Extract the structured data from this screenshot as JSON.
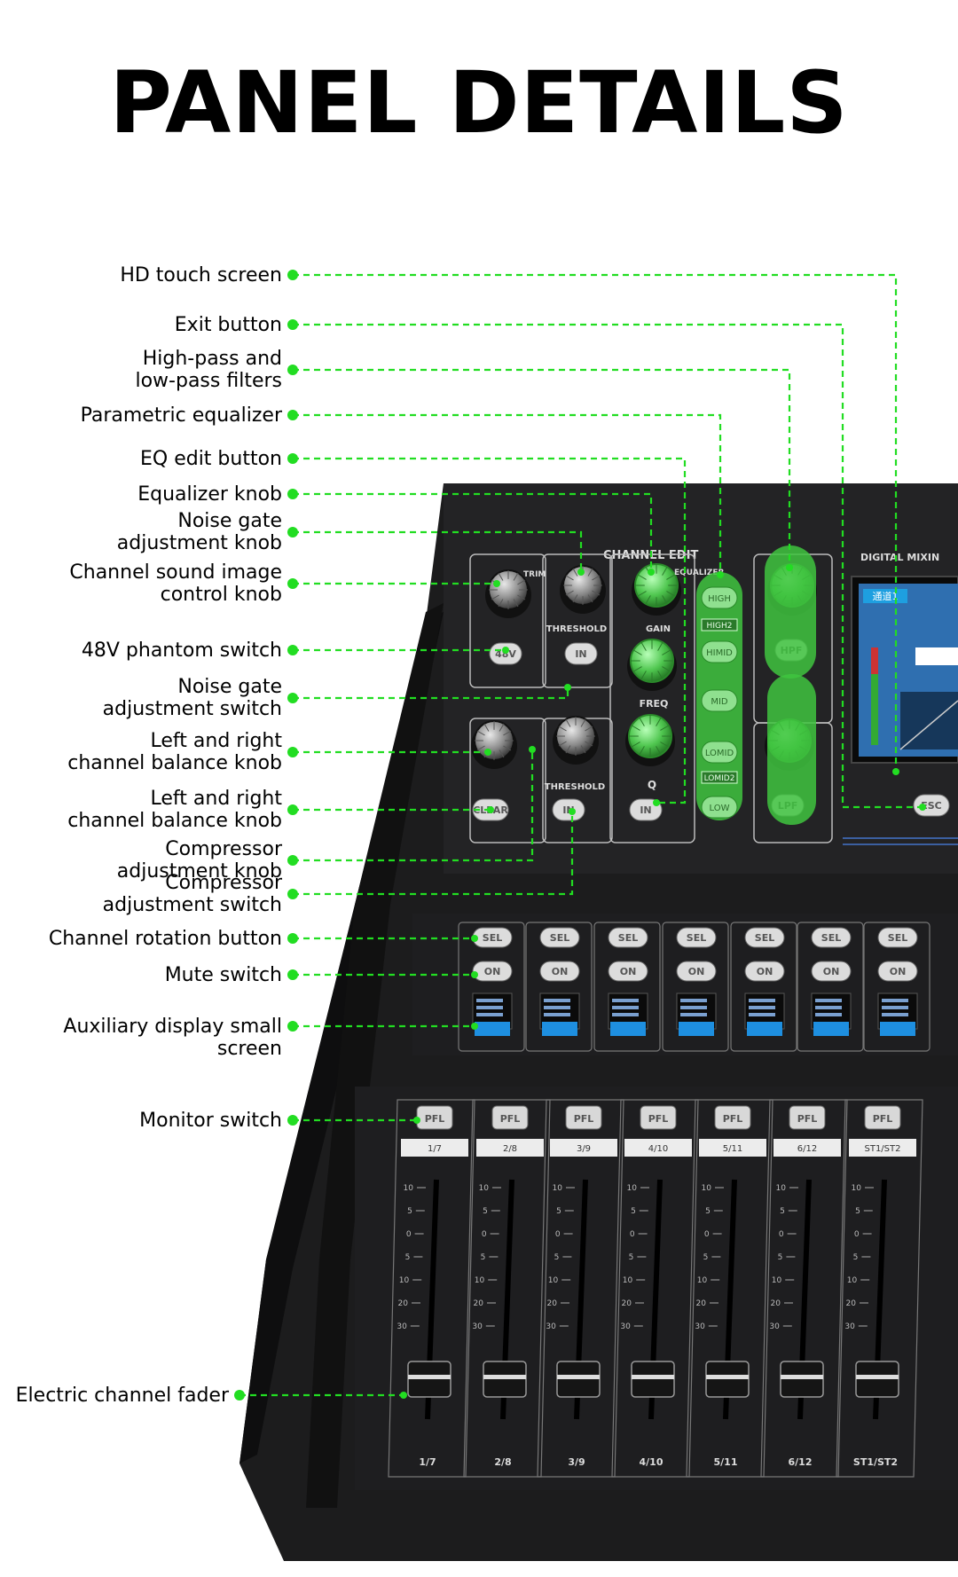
{
  "title": "PANEL DETAILS",
  "accent_color": "#22dd22",
  "callouts": [
    {
      "lines": [
        "HD touch screen"
      ]
    },
    {
      "lines": [
        "Exit button"
      ]
    },
    {
      "lines": [
        "High-pass and",
        "low-pass filters"
      ]
    },
    {
      "lines": [
        "Parametric equalizer"
      ]
    },
    {
      "lines": [
        "EQ edit button"
      ]
    },
    {
      "lines": [
        "Equalizer knob"
      ]
    },
    {
      "lines": [
        "Noise gate",
        "adjustment knob"
      ]
    },
    {
      "lines": [
        "Channel sound image",
        "control knob"
      ]
    },
    {
      "lines": [
        "48V phantom switch"
      ]
    },
    {
      "lines": [
        "Noise gate",
        "adjustment switch"
      ]
    },
    {
      "lines": [
        "Left and right",
        "channel balance knob"
      ]
    },
    {
      "lines": [
        "Left and right",
        "channel balance knob"
      ]
    },
    {
      "lines": [
        "Compressor",
        "adjustment knob"
      ]
    },
    {
      "lines": [
        "Compressor",
        "adjustment switch"
      ]
    },
    {
      "lines": [
        "Channel rotation button"
      ]
    },
    {
      "lines": [
        "Mute switch"
      ]
    },
    {
      "lines": [
        "Auxiliary display small screen"
      ]
    },
    {
      "lines": [
        "Monitor switch"
      ]
    },
    {
      "lines": [
        "Electric channel fader"
      ]
    }
  ],
  "device": {
    "section_channel_edit": "CHANNEL EDIT",
    "section_digital_mixing": "DIGITAL MIXIN",
    "trim_label": "TRIM",
    "equalizer_label": "EQUALIZER",
    "threshold_label": "THRESHOLD",
    "gain_label": "GAIN",
    "freq_label": "FREQ",
    "q_label": "Q",
    "btn_48v": "48V",
    "btn_in": "IN",
    "btn_clear": "CLEAR",
    "btn_hpf": "HPF",
    "btn_lpf": "LPF",
    "btn_esc": "ESC",
    "eq_bands": [
      "HIGH",
      "HIGH2",
      "HIMID",
      "MID",
      "LOMID",
      "LOMID2",
      "LOW"
    ],
    "channel_sel": "SEL",
    "channel_on": "ON",
    "channel_pfl": "PFL",
    "channels": [
      "1/7",
      "2/8",
      "3/9",
      "4/10",
      "5/11",
      "6/12",
      "ST1/ST2"
    ],
    "screen_text": "通道1",
    "fader_scale": [
      "10",
      "5",
      "0",
      "5",
      "10",
      "20",
      "30"
    ]
  }
}
